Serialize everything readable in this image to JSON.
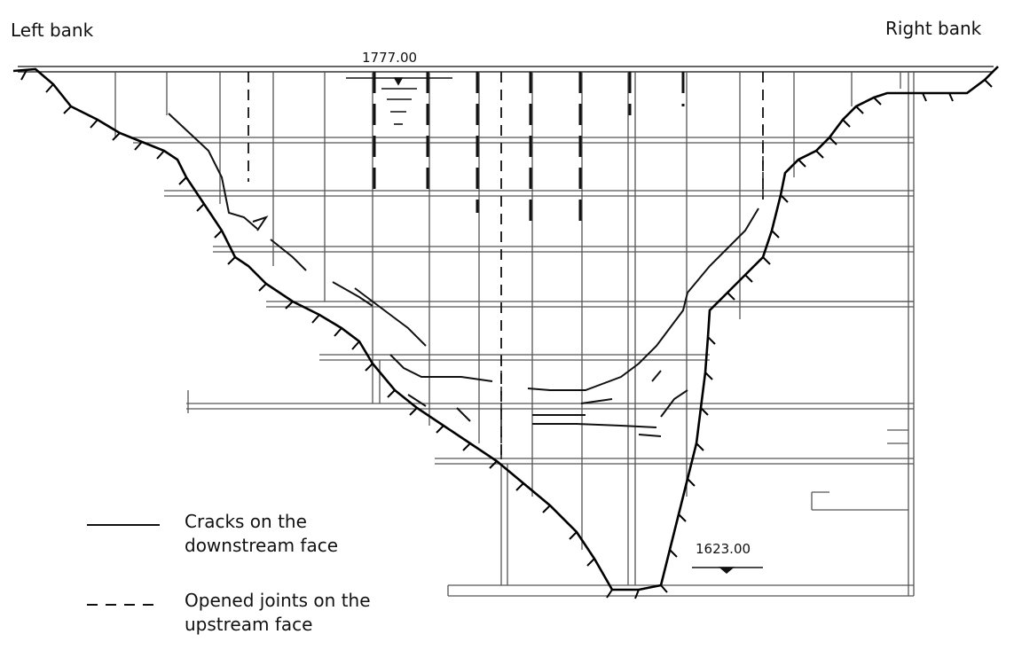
{
  "labels": {
    "left_bank": "Left bank",
    "right_bank": "Right bank",
    "upstream_level": "1777.00",
    "downstream_level": "1623.00"
  },
  "legend": {
    "solid": {
      "line1": "Cracks on the",
      "line2": "downstream face"
    },
    "dashed": {
      "line1": "Opened joints on the",
      "line2": "upstream face"
    }
  }
}
